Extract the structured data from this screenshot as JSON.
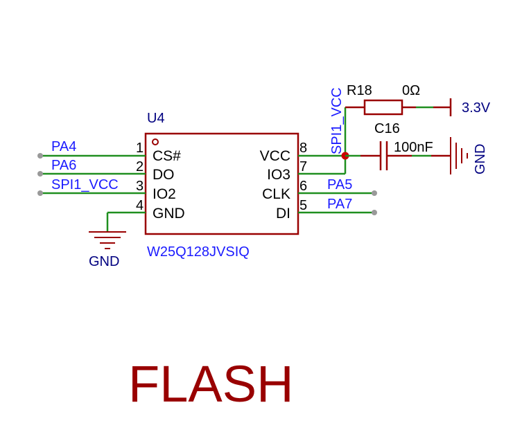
{
  "colors": {
    "wire": "#1f8f1f",
    "component": "#990000",
    "net_label": "#1a1aff",
    "power_label": "#000080",
    "pin_text": "#000000",
    "junction": "#cc0000",
    "pin_end": "#999999",
    "title": "#990000"
  },
  "chip": {
    "ref": "U4",
    "part": "W25Q128JVSIQ",
    "left_pins": [
      {
        "num": "1",
        "name": "CS#",
        "net": "PA4"
      },
      {
        "num": "2",
        "name": "DO",
        "net": "PA6"
      },
      {
        "num": "3",
        "name": "IO2",
        "net": "SPI1_VCC"
      },
      {
        "num": "4",
        "name": "GND",
        "net": "GND"
      }
    ],
    "right_pins": [
      {
        "num": "8",
        "name": "VCC",
        "net": ""
      },
      {
        "num": "7",
        "name": "IO3",
        "net": ""
      },
      {
        "num": "6",
        "name": "CLK",
        "net": "PA5"
      },
      {
        "num": "5",
        "name": "DI",
        "net": "PA7"
      }
    ]
  },
  "power": {
    "vcc_net": "SPI1_VCC",
    "supply": "3.3V",
    "ground_chip": "GND",
    "ground_cap": "GND"
  },
  "resistor": {
    "ref": "R18",
    "value": "0Ω"
  },
  "capacitor": {
    "ref": "C16",
    "value": "100nF"
  },
  "title": "FLASH"
}
